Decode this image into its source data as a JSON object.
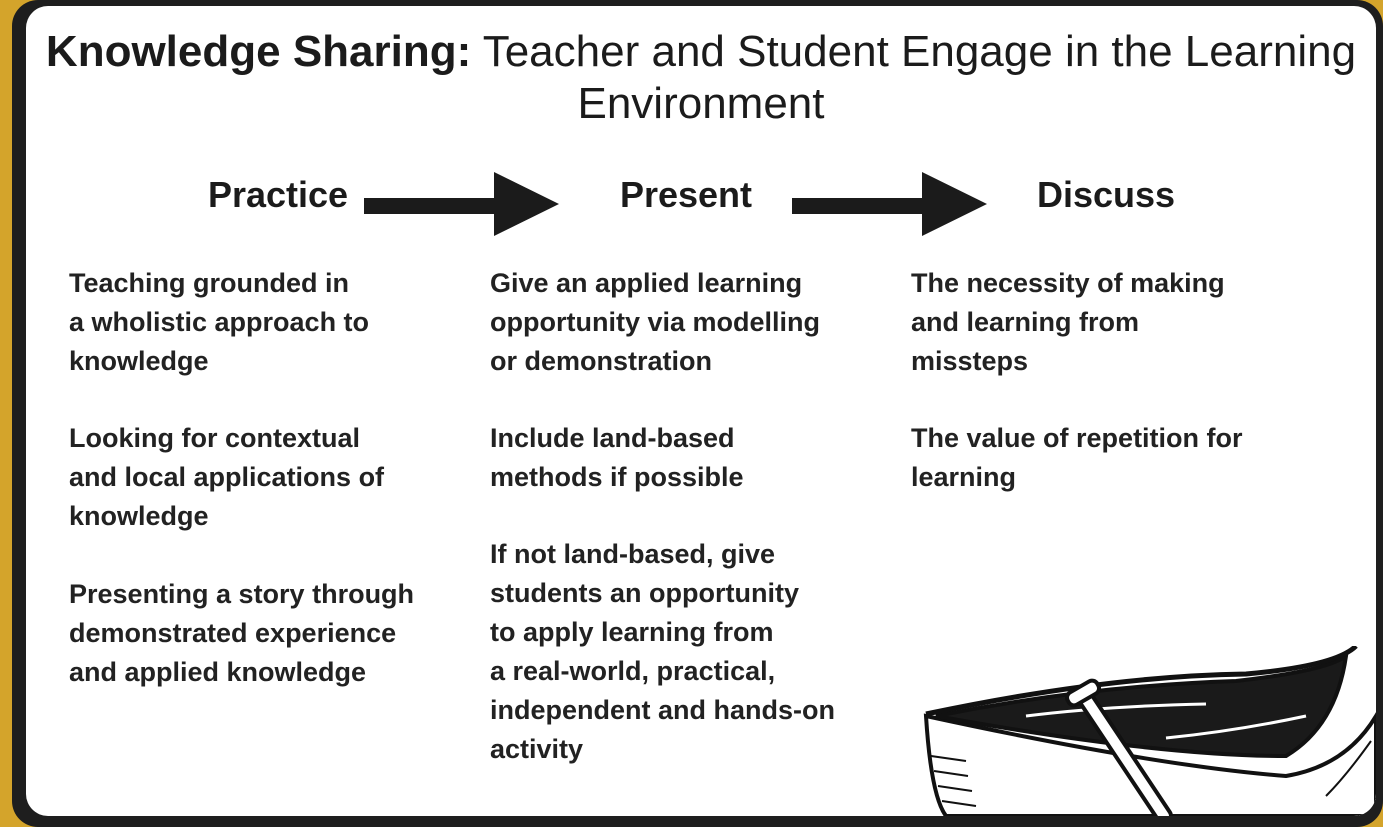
{
  "title": {
    "bold": "Knowledge Sharing:",
    "rest": " Teacher and Student Engage in the Learning Environment"
  },
  "stages": [
    "Practice",
    "Present",
    "Discuss"
  ],
  "columns": [
    {
      "items": [
        "Teaching grounded in\na wholistic approach to\nknowledge",
        "Looking for contextual\nand local applications of\nknowledge",
        "Presenting a story through\ndemonstrated experience\nand applied knowledge"
      ]
    },
    {
      "items": [
        "Give an applied learning\nopportunity via modelling\nor demonstration",
        "Include land-based\nmethods if possible",
        "If not land-based, give\nstudents an opportunity\nto apply learning from\na real-world, practical,\nindependent and hands-on\nactivity"
      ]
    },
    {
      "items": [
        "The necessity of making\nand learning from\nmissteps",
        "The value of repetition for\nlearning"
      ]
    }
  ],
  "colors": {
    "border_gold": "#d4a42b",
    "frame_dark": "#1e1e1e",
    "text": "#222222"
  },
  "illustration": "canoe-with-paddle-icon"
}
